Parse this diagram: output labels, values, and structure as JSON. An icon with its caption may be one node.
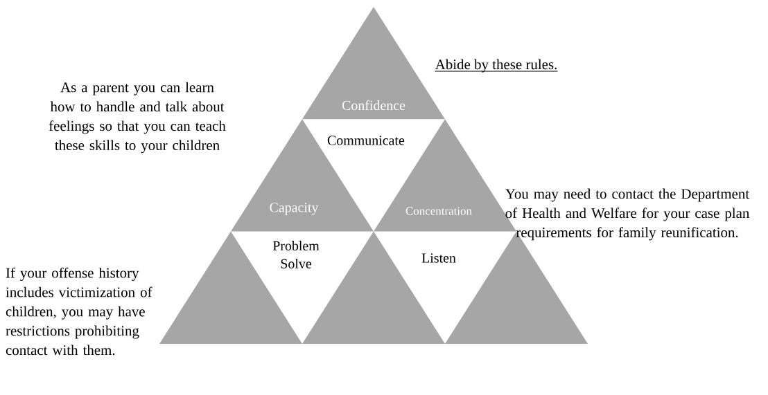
{
  "diagram": {
    "nodes": [
      {
        "text": [
          "Confidence"
        ]
      },
      {
        "text": [
          "Communicate"
        ]
      },
      {
        "text": [
          "Capacity"
        ]
      },
      {
        "text": [
          "Concentration"
        ]
      },
      {
        "text": [],
        "shape": "triangle"
      },
      {
        "text": [
          "Problem Solve"
        ]
      },
      {
        "text": [],
        "shape": "triangle"
      },
      {
        "text": [
          "Listen"
        ]
      },
      {
        "text": [],
        "shape": "triangle"
      }
    ],
    "labels": [
      "As a parent you can learn how to handle and talk about feelings so that you can teach these skills to your children",
      "Abide by these rules.",
      "You may need to contact the Department of Health and Welfare for your case plan requirements for family reunification.",
      "If your offense history includes victimization of children, you may have restrictions prohibiting contact with them."
    ]
  }
}
